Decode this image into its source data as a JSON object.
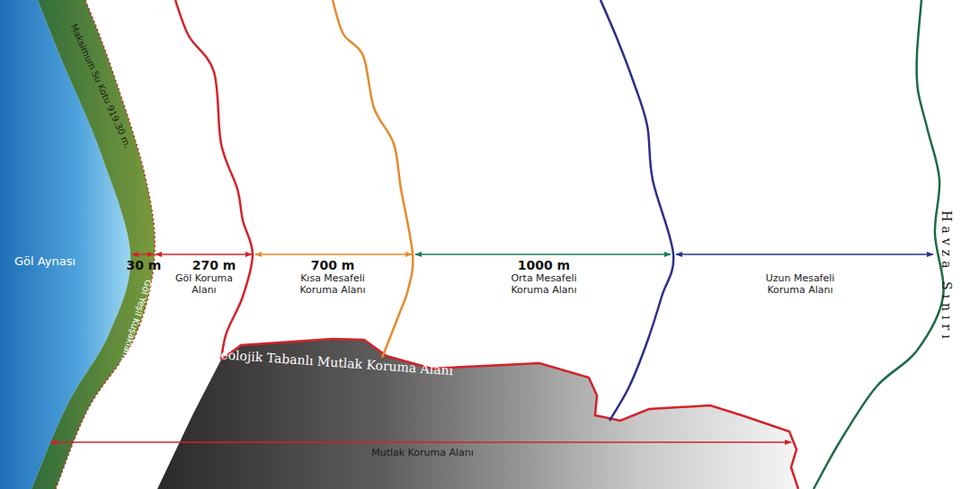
{
  "diagram": {
    "nodes": [
      {
        "text": [
          "Göl Aynası"
        ]
      },
      {
        "text": [
          "Göl Yeşil Kuşaklama Bölgesi"
        ]
      },
      {
        "text": [
          "Göl Koruma Alanı"
        ]
      },
      {
        "text": [
          "Kısa Mesafeli Koruma Alanı"
        ]
      },
      {
        "text": [
          "Orta Mesafeli Koruma Alanı"
        ]
      },
      {
        "text": [
          "Uzun Mesafeli Koruma Alanı"
        ]
      },
      {
        "text": [
          "Jeolojik Tabanlı Mutlak Koruma Alanı"
        ]
      }
    ],
    "labels": [
      "Maksimum Su Kotu 919.30 m.",
      "30 m",
      "270 m",
      "700 m",
      "1000 m",
      "Havza Sınırı",
      "Mutlak Koruma Alanı"
    ]
  }
}
